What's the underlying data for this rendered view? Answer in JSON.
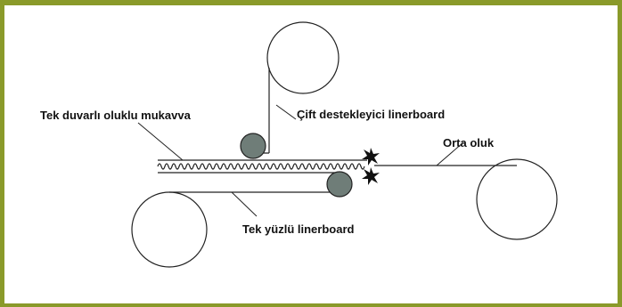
{
  "labels": {
    "single_wall": "Tek duvarlı oluklu mukavva",
    "double_backer": "Çift destekleyici linerboard",
    "medium": "Orta oluk",
    "single_face": "Tek yüzlü linerboard"
  },
  "colors": {
    "frame": "#8a9a2a",
    "roller": "#6f7d78",
    "line": "#222222"
  }
}
